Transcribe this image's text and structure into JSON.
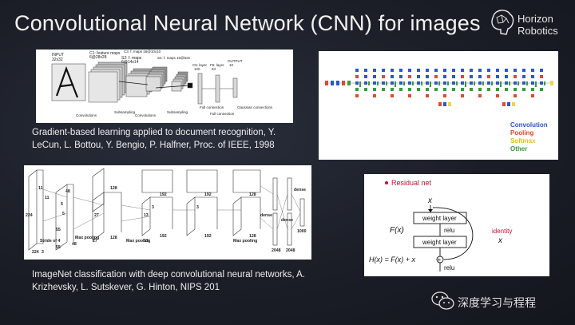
{
  "slide": {
    "title": "Convolutional Neural Network (CNN) for images",
    "logo": {
      "line1": "Horizon",
      "line2": "Robotics"
    },
    "caption_lenet": "Gradient-based learning applied to document recognition, Y. LeCun, L. Bottou, Y. Bengio, P. Halfner, Proc. of IEEE, 1998",
    "caption_alexnet": "ImageNet classification with deep convolutional neural networks, A. Krizhevsky, L. Sutskever, G. Hinton, NIPS 201",
    "watermark": "深度学习与程程"
  },
  "lenet": {
    "input_label": "INPUT",
    "input_size": "32x32",
    "c1": "C1: feature maps",
    "c1_size": "6@28x28",
    "s2": "S2: f. maps",
    "s2_size": "6@14x14",
    "c3": "C3: f. maps 16@10x10",
    "s4": "S4: f. maps 16@5x5",
    "c5": "C5: layer",
    "c5_n": "120",
    "f6": "F6: layer",
    "f6_n": "84",
    "output": "OUTPUT",
    "output_n": "10",
    "bottom_labels": [
      "Convolutions",
      "Subsampling",
      "Convolutions",
      "Subsampling",
      "Full connection",
      "Full connection",
      "Gaussian connections"
    ]
  },
  "googlenet": {
    "legend": [
      {
        "label": "Convolution",
        "color": "#2b57c9"
      },
      {
        "label": "Pooling",
        "color": "#e0492b"
      },
      {
        "label": "Softmax",
        "color": "#f2d54a"
      },
      {
        "label": "Other",
        "color": "#3a9a3a"
      }
    ]
  },
  "alexnet": {
    "labels": [
      "224",
      "224",
      "3",
      "11",
      "11",
      "5",
      "5",
      "48",
      "48",
      "55",
      "55",
      "Stride of 4",
      "Max pooling",
      "Max pooling",
      "Max pooling",
      "27",
      "27",
      "128",
      "128",
      "13",
      "13",
      "192",
      "192",
      "192",
      "192",
      "128",
      "128",
      "3",
      "3",
      "dense",
      "dense",
      "dense",
      "2048",
      "2048",
      "1000"
    ]
  },
  "resnet": {
    "heading": "Residual net",
    "x": "x",
    "weight_layer": "weight layer",
    "relu": "relu",
    "fx": "F(x)",
    "identity": "identity",
    "identity_x": "x",
    "hx": "H(x) = F(x) + x",
    "plus": "+"
  }
}
